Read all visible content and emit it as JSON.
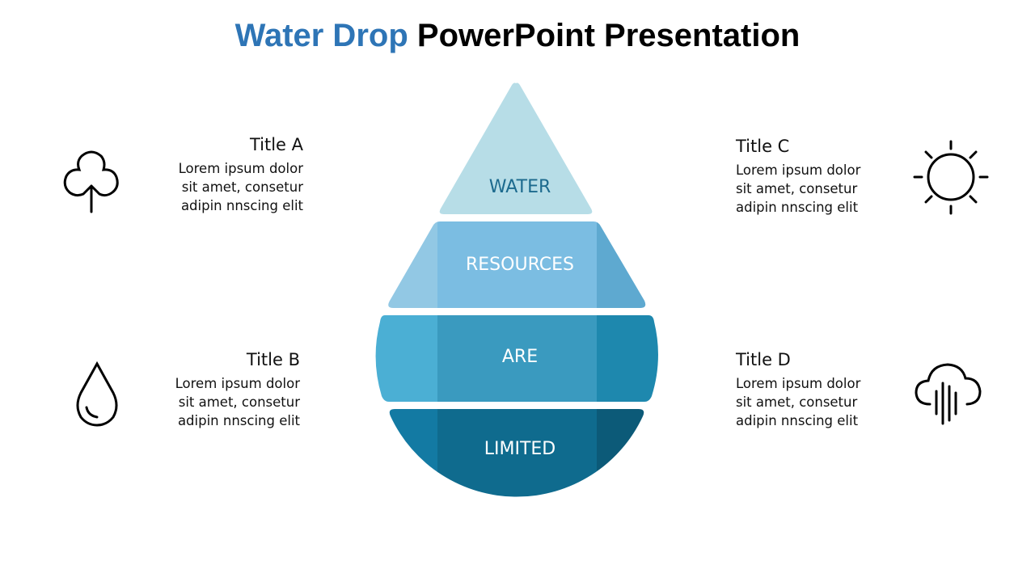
{
  "title": {
    "accent": "Water Drop",
    "rest": "PowerPoint Presentation"
  },
  "drop": {
    "layers": [
      {
        "label": "WATER",
        "colors": [
          "#b7dde7",
          "#b7dde7",
          "#b7dde7"
        ],
        "text_color": "#1c6a8e"
      },
      {
        "label": "RESOURCES",
        "colors": [
          "#92c8e4",
          "#7bbde2",
          "#5ea9d0"
        ],
        "text_color": "#ffffff"
      },
      {
        "label": "ARE",
        "colors": [
          "#4bafd4",
          "#3a9abf",
          "#1e88ae"
        ],
        "text_color": "#ffffff"
      },
      {
        "label": "LIMITED",
        "colors": [
          "#137aa3",
          "#0f6b8e",
          "#0c5a78"
        ],
        "text_color": "#ffffff"
      }
    ]
  },
  "items": [
    {
      "title": "Title A",
      "text": [
        "Lorem ipsum dolor",
        "sit amet, consetur",
        "adipin nnscing elit"
      ],
      "icon": "tree-icon"
    },
    {
      "title": "Title B",
      "text": [
        "Lorem ipsum dolor",
        "sit amet, consetur",
        "adipin nnscing elit"
      ],
      "icon": "water-drop-icon"
    },
    {
      "title": "Title C",
      "text": [
        "Lorem ipsum dolor",
        "sit amet, consetur",
        "adipin nnscing elit"
      ],
      "icon": "sun-icon"
    },
    {
      "title": "Title D",
      "text": [
        "Lorem ipsum dolor",
        "sit amet, consetur",
        "adipin nnscing elit"
      ],
      "icon": "rain-cloud-icon"
    }
  ]
}
